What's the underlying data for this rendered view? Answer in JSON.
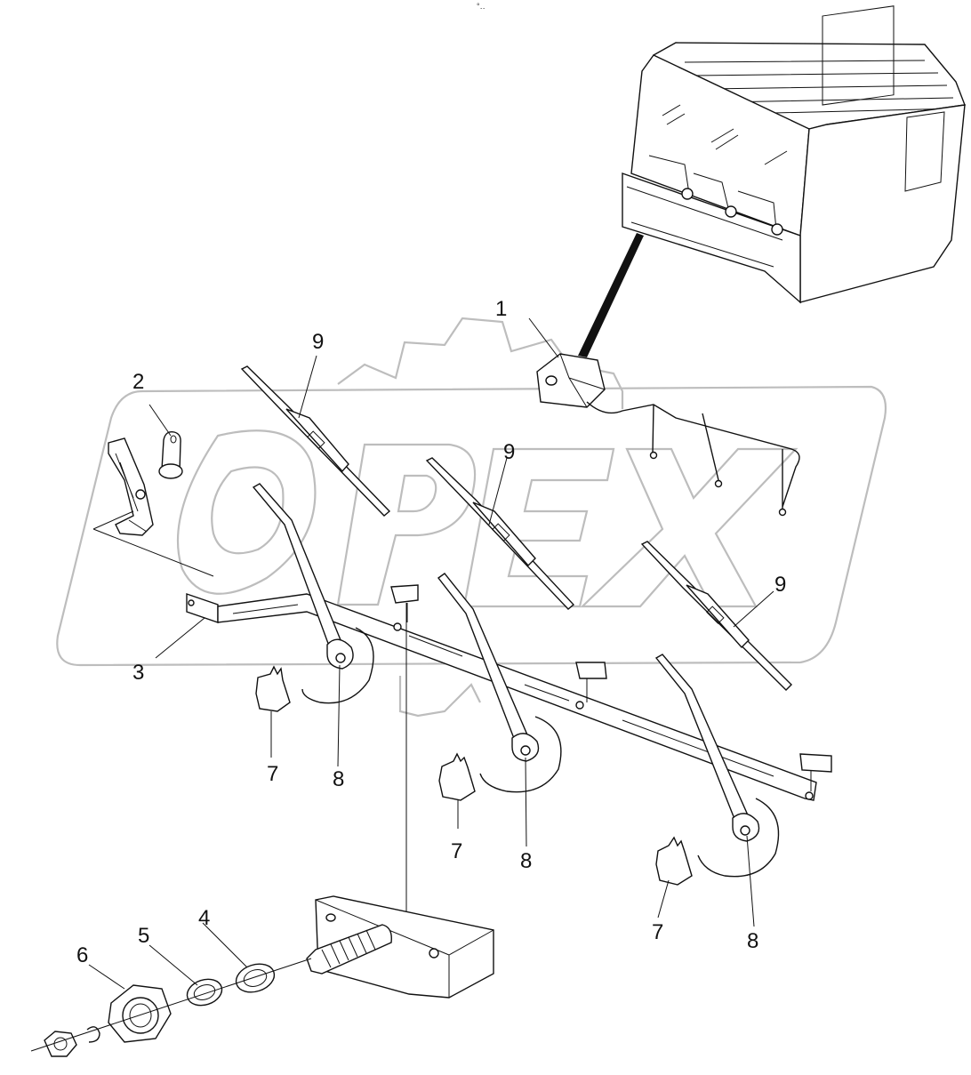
{
  "header": {
    "mark": "°‥"
  },
  "watermark": {
    "text": "OPEX",
    "color": "#bdbdbd"
  },
  "callouts": [
    "1",
    "2",
    "3",
    "4",
    "5",
    "6",
    "7",
    "7",
    "7",
    "8",
    "8",
    "8",
    "9",
    "9",
    "9"
  ],
  "colors": {
    "line": "#111111",
    "background": "#ffffff"
  }
}
